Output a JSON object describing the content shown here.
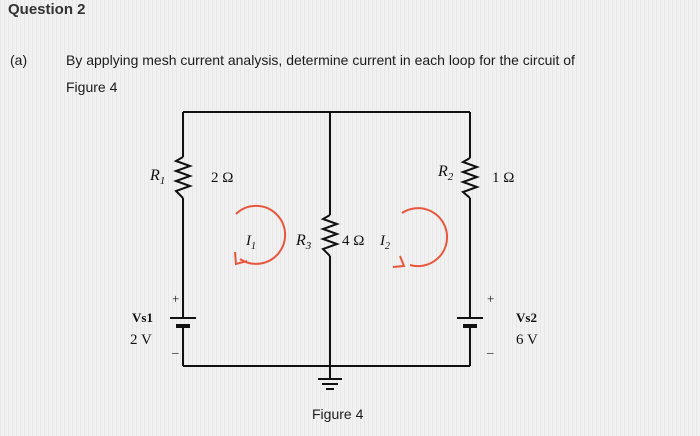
{
  "question": {
    "heading": "Question 2",
    "part": "(a)",
    "line1": "By applying mesh current analysis, determine current in each loop for the circuit of",
    "line2": "Figure 4"
  },
  "figure": {
    "caption": "Figure 4",
    "R1": {
      "name": "R",
      "sub": "1",
      "value": "2 Ω"
    },
    "R2": {
      "name": "R",
      "sub": "2",
      "value": "1 Ω"
    },
    "R3": {
      "name": "R",
      "sub": "3",
      "value": "4 Ω"
    },
    "I1": {
      "name": "I",
      "sub": "1"
    },
    "I2": {
      "name": "I",
      "sub": "2"
    },
    "VS1": {
      "name": "Vs1",
      "value": "2 V",
      "plus": "+",
      "minus": "_"
    },
    "VS2": {
      "name": "Vs2",
      "value": "6 V",
      "plus": "+",
      "minus": "_"
    },
    "colors": {
      "wire": "#111111",
      "mesh_arrow": "#e8573d"
    }
  }
}
